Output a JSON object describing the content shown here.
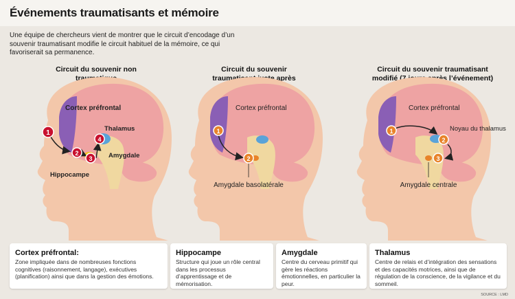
{
  "title": "Événements traumatisants et mémoire",
  "intro": "Une équipe de chercheurs vient de montrer que le circuit d’encodage d’un souvenir traumatisant modifie le circuit habituel de la mémoire, ce qui favoriserait sa permanence.",
  "columns": [
    {
      "heading": "Circuit du souvenir non traumatique"
    },
    {
      "heading": "Circuit du souvenir traumatisant juste après l’événement"
    },
    {
      "heading": "Circuit du souvenir traumatisant modifié (7 jours après l’événement)"
    }
  ],
  "diagram1": {
    "cortex": "Cortex préfrontal",
    "thalamus": "Thalamus",
    "amygdale": "Amygdale",
    "hippocampe": "Hippocampe",
    "n1": "1",
    "n2": "2",
    "n3": "3",
    "n4": "4"
  },
  "diagram2": {
    "cortex": "Cortex préfrontal",
    "amygdale": "Amygdale basolatérale",
    "n1": "1",
    "n2": "2"
  },
  "diagram3": {
    "cortex": "Cortex préfrontal",
    "noyau": "Noyau du thalamus",
    "amygdale": "Amygdale centrale",
    "n1": "1",
    "n2": "2",
    "n3": "3"
  },
  "cards": [
    {
      "title": "Cortex préfrontal:",
      "text": "Zone impliquée dans de nombreuses fonctions cognitives (raisonnement, langage), exécutives (planification) ainsi que dans la gestion des émotions."
    },
    {
      "title": "Hippocampe",
      "text": "Structure qui joue un rôle central dans les processus d’apprentissage et de mémorisation."
    },
    {
      "title": "Amygdale",
      "text": "Centre du cerveau primitif qui gère les réactions émotionnelles, en particulier la peur."
    },
    {
      "title": "Thalamus",
      "text": "Centre de relais et d’intégration des sensations et des capacités motrices, ainsi que de régulation de la conscience, de la vigilance et du sommeil."
    }
  ],
  "source": "SOURCE : LMD",
  "colors": {
    "skin": "#f3c7aa",
    "brain": "#eea3a3",
    "cortex": "#8a5fb5",
    "stem": "#f0d8a0",
    "marker_red": "#c8102e",
    "marker_orange": "#e8832a",
    "background": "#ece8e2"
  }
}
